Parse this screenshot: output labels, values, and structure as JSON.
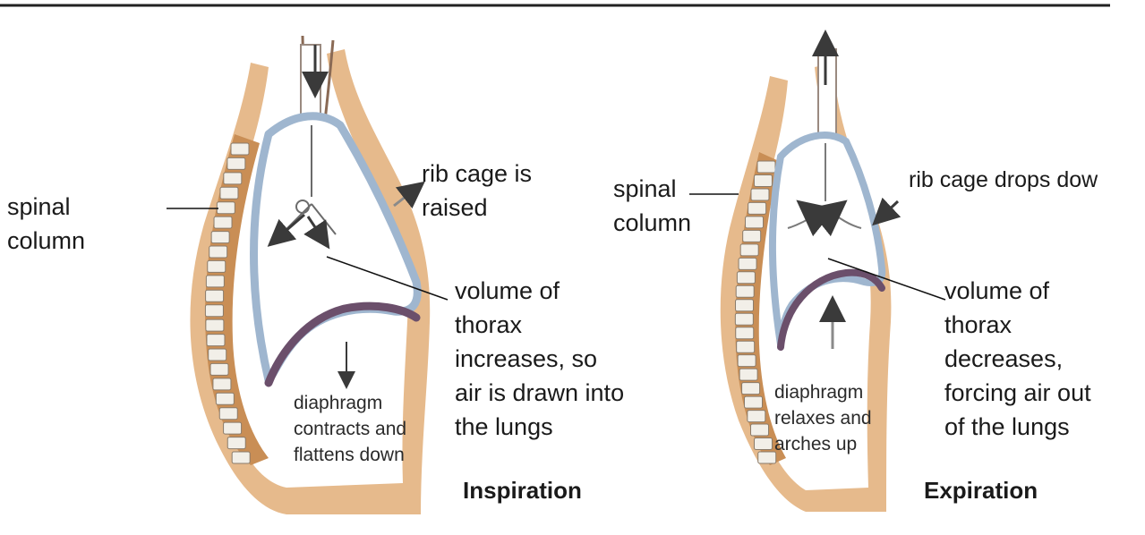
{
  "colors": {
    "skin": "#e2ae78",
    "spine": "#c98e55",
    "vertebra": "#f2efe8",
    "pleura": "#9fb6cf",
    "diaphragm": "#6b4f6b",
    "arrow": "#3a3a3a"
  },
  "panels": [
    {
      "title": "Inspiration",
      "labels": {
        "spinal": "spinal\ncolumn",
        "rib": "rib cage is\nraised",
        "volume": "volume of\nthorax\nincreases, so\nair is drawn into\nthe lungs",
        "diaphragm": "diaphragm\ncontracts and\nflattens down"
      }
    },
    {
      "title": "Expiration",
      "labels": {
        "spinal": "spinal\ncolumn",
        "rib": "rib cage drops dow",
        "volume": "volume of\nthorax\ndecreases,\nforcing air out\nof  the lungs",
        "diaphragm": "diaphragm\nrelaxes and\narches up"
      }
    }
  ]
}
